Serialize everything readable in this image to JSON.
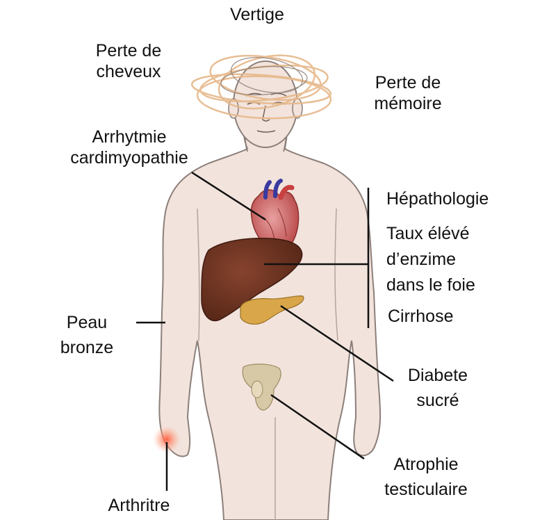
{
  "labels": {
    "vertige": "Vertige",
    "perte_cheveux": [
      "Perte de",
      "cheveux"
    ],
    "perte_memoire": [
      "Perte de",
      "mémoire"
    ],
    "arrhytmie": [
      "Arrhytmie",
      "cardimyopathie"
    ],
    "hepathologie": "Hépathologie",
    "taux_enzime": [
      "Taux élévé",
      "d’enzime",
      "dans le foie"
    ],
    "cirrhose": "Cirrhose",
    "peau_bronze": [
      "Peau",
      "bronze"
    ],
    "diabete": [
      "Diabete",
      "sucré"
    ],
    "atrophie": [
      "Atrophie",
      "testiculaire"
    ],
    "arthritre": "Arthritre"
  },
  "colors": {
    "skin": "#f2e3dc",
    "outline": "#8c7f7a",
    "heart": "#c0504f",
    "liver": "#6b3222",
    "pancreas": "#d9a64a",
    "testes": "#d8c9a6",
    "hair_swirl": "#e6b88a",
    "inflammation": "#f08060",
    "leader": "#111111"
  }
}
